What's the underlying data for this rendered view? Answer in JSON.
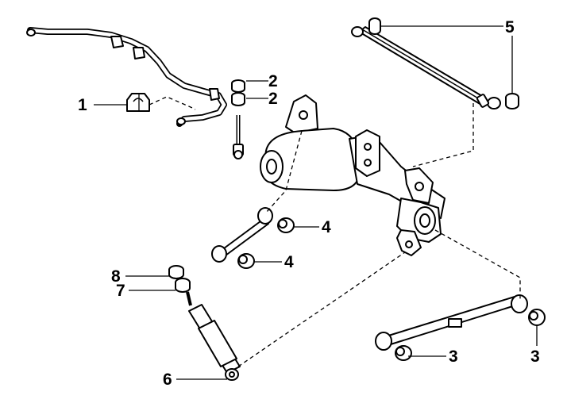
{
  "callouts": {
    "c1": "1",
    "c2a": "2",
    "c2b": "2",
    "c3a": "3",
    "c3b": "3",
    "c4a": "4",
    "c4b": "4",
    "c5": "5",
    "c6": "6",
    "c7": "7",
    "c8": "8"
  }
}
